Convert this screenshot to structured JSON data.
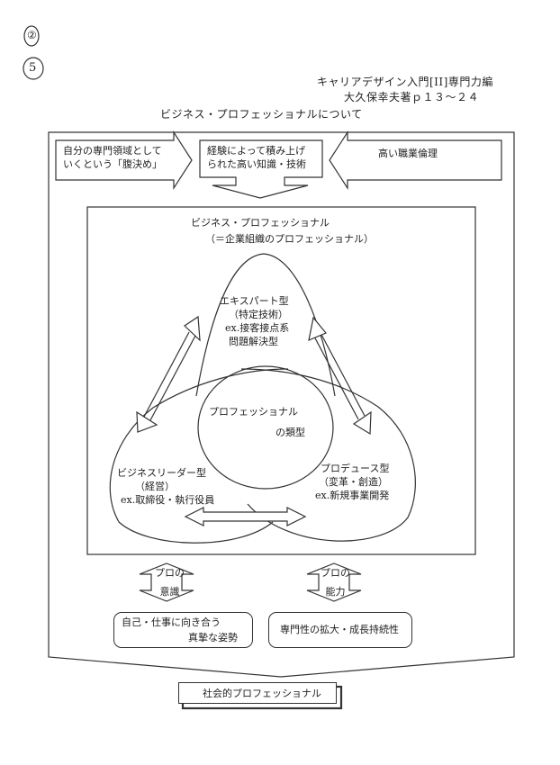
{
  "margin_marks": [
    "②",
    "5"
  ],
  "header": {
    "line1": "キャリアデザイン入門[II]専門力編",
    "line2": "大久保幸夫著ｐ１３～２４",
    "title": "ビジネス・プロフェッショナルについて"
  },
  "top_boxes": {
    "left": [
      "自分の専門領域として",
      "いくという「腹決め」"
    ],
    "center": [
      "経験によって積み上げ",
      "られた高い知識・技術"
    ],
    "right": "高い職業倫理"
  },
  "inner": {
    "title": "ビジネス・プロフェッショナル",
    "subtitle": "（＝企業組織のプロフェッショナル）"
  },
  "types": {
    "expert": [
      "エキスパート型",
      "（特定技術）",
      "ex.接客接点系",
      "問題解決型"
    ],
    "center": [
      "プロフェッショナル",
      "の類型"
    ],
    "leader": [
      "ビジネスリーダー型",
      "（経営）",
      "ex.取締役・執行役員"
    ],
    "producer": [
      "プロデュース型",
      "（変革・創造）",
      "ex.新規事業開発"
    ]
  },
  "bottom_arrows": {
    "left": [
      "プロの",
      "意識"
    ],
    "right": [
      "プロの",
      "能力"
    ]
  },
  "bottom_boxes": {
    "left": [
      "自己・仕事に向き合う",
      "真摯な姿勢"
    ],
    "right": "専門性の拡大・成長持続性"
  },
  "footer_box": "社会的プロフェッショナル"
}
